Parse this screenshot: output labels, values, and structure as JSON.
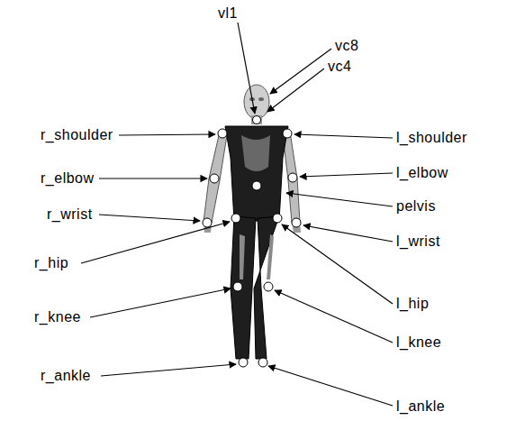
{
  "diagram": {
    "labels": [
      "vl1",
      "vc8",
      "vc4",
      "r_shoulder",
      "l_shoulder",
      "r_elbow",
      "l_elbow",
      "pelvis",
      "r_wrist",
      "l_wrist",
      "r_hip",
      "l_hip",
      "r_knee",
      "l_knee",
      "r_ankle",
      "l_ankle"
    ]
  }
}
